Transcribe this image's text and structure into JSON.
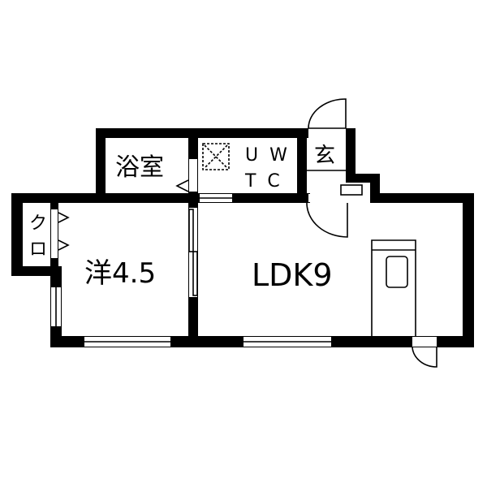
{
  "floor_plan": {
    "rooms": {
      "bath": "浴室",
      "toilet_line1": "U  W",
      "toilet_line2": "T  C",
      "entrance": "玄",
      "closet_top": "ク",
      "closet_bottom": "ロ",
      "bedroom": "洋4.5",
      "ldk": "LDK9"
    },
    "colors": {
      "wall": "#000000",
      "background": "#ffffff"
    },
    "icons": [
      "washing-machine-space-icon",
      "sink-icon",
      "door-swing-icon",
      "sliding-door-icon",
      "window-icon"
    ]
  }
}
